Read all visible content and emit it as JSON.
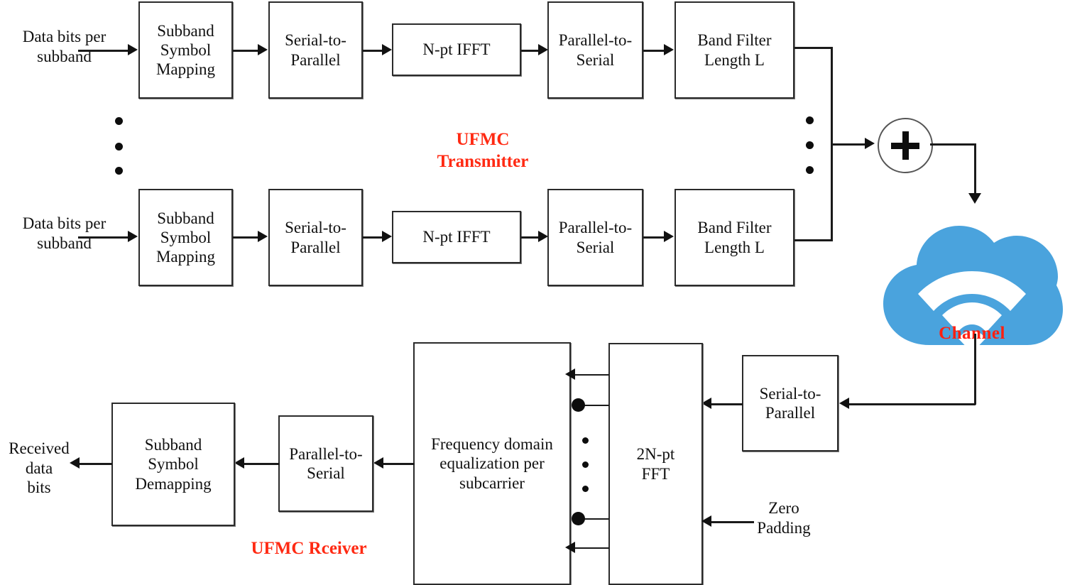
{
  "diagram": {
    "title": "UFMC Transceiver Block Diagram",
    "accent_red": "#ff2a13",
    "cloud_blue": "#4aa3dd",
    "line_color": "#1a1a1a"
  },
  "transmitter": {
    "section_label": "UFMC\nTransmitter",
    "input_label_top": "Data bits per\nsubband",
    "input_label_bottom": "Data bits per\nsubband",
    "chain_top": [
      {
        "label": "Subband\nSymbol\nMapping",
        "name": "subband-symbol-mapping"
      },
      {
        "label": "Serial-to-\nParallel",
        "name": "serial-to-parallel"
      },
      {
        "label": "N-pt IFFT",
        "name": "n-pt-ifft"
      },
      {
        "label": "Parallel-to-\nSerial",
        "name": "parallel-to-serial"
      },
      {
        "label": "Band Filter\nLength L",
        "name": "band-filter-length-l"
      }
    ],
    "chain_bottom": [
      {
        "label": "Subband\nSymbol\nMapping",
        "name": "subband-symbol-mapping"
      },
      {
        "label": "Serial-to-\nParallel",
        "name": "serial-to-parallel"
      },
      {
        "label": "N-pt IFFT",
        "name": "n-pt-ifft"
      },
      {
        "label": "Parallel-to-\nSerial",
        "name": "parallel-to-serial"
      },
      {
        "label": "Band Filter\nLength L",
        "name": "band-filter-length-l"
      }
    ],
    "summation_symbol": "+",
    "ellipsis_left": "• • •",
    "ellipsis_bus": "• • •"
  },
  "channel": {
    "label": "Channel",
    "icon": "cloud-wifi-icon"
  },
  "receiver": {
    "section_label": "UFMC Rceiver",
    "output_label": "Received data\nbits",
    "zero_padding_label": "Zero\nPadding",
    "blocks": [
      {
        "label": "Serial-to-\nParallel",
        "name": "serial-to-parallel"
      },
      {
        "label": "2N-pt\nFFT",
        "name": "two-n-pt-fft"
      },
      {
        "label": "Frequency domain\nequalization per\nsubcarrier",
        "name": "frequency-domain-equalization"
      },
      {
        "label": "Parallel-to-\nSerial",
        "name": "parallel-to-serial"
      },
      {
        "label": "Subband\nSymbol\nDemapping",
        "name": "subband-symbol-demapping"
      }
    ]
  }
}
